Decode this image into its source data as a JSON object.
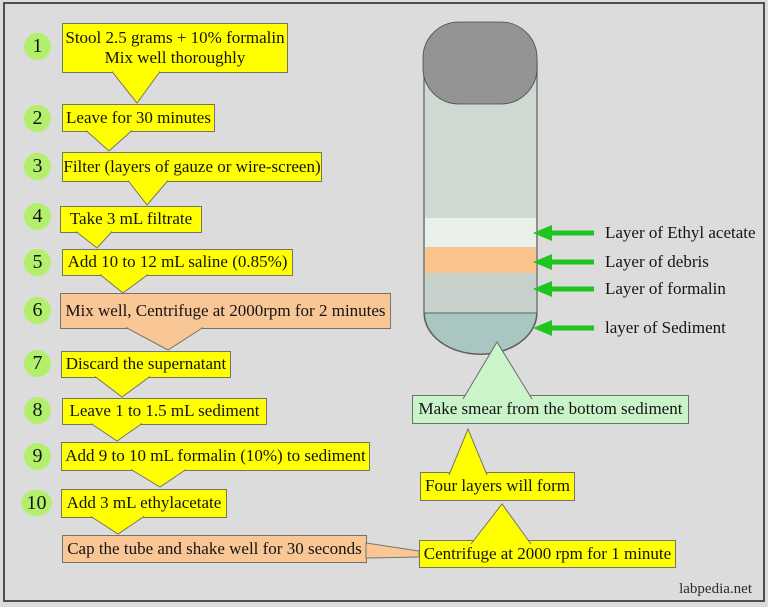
{
  "steps": [
    {
      "num": "1",
      "text": "Stool 2.5 grams + 10% formalin",
      "text2": "Mix well thoroughly"
    },
    {
      "num": "2",
      "text": "Leave for 30 minutes"
    },
    {
      "num": "3",
      "text": "Filter (layers of gauze or wire-screen)"
    },
    {
      "num": "4",
      "text": "Take 3 mL filtrate"
    },
    {
      "num": "5",
      "text": "Add 10 to 12 mL saline (0.85%)"
    },
    {
      "num": "6",
      "text": "Mix well, Centrifuge at 2000rpm for 2 minutes"
    },
    {
      "num": "7",
      "text": "Discard the supernatant"
    },
    {
      "num": "8",
      "text": "Leave 1 to 1.5 mL sediment"
    },
    {
      "num": "9",
      "text": "Add 9 to 10 mL formalin (10%) to sediment"
    },
    {
      "num": "10",
      "text": "Add 3 mL ethylacetate"
    }
  ],
  "final_step": {
    "text": "Cap the tube and shake well for 30 seconds"
  },
  "tube_labels": [
    {
      "text": "Layer of Ethyl acetate"
    },
    {
      "text": "Layer of debris"
    },
    {
      "text": "Layer of formalin"
    },
    {
      "text": "layer of Sediment"
    }
  ],
  "result_flow": {
    "smear": "Make smear from the bottom sediment",
    "four_layers": "Four layers will form",
    "centrifuge": "Centrifuge at 2000 rpm for 1 minute"
  },
  "watermark": "labpedia.net",
  "colors": {
    "background": "#dcdcdc",
    "step_yellow": "#ffff00",
    "step_orange": "#f8c795",
    "circle_green": "#b2f06c",
    "arrow_green": "#1fc41f",
    "result_green": "#c9f4c9",
    "tube_cap": "#949494",
    "tube_body": "#cfd9d2",
    "layer_ethyl_acetate": "#e9efe9",
    "layer_debris": "#f9c38b",
    "layer_formalin": "#c5d1ca",
    "layer_sediment": "#a9c6c3"
  }
}
